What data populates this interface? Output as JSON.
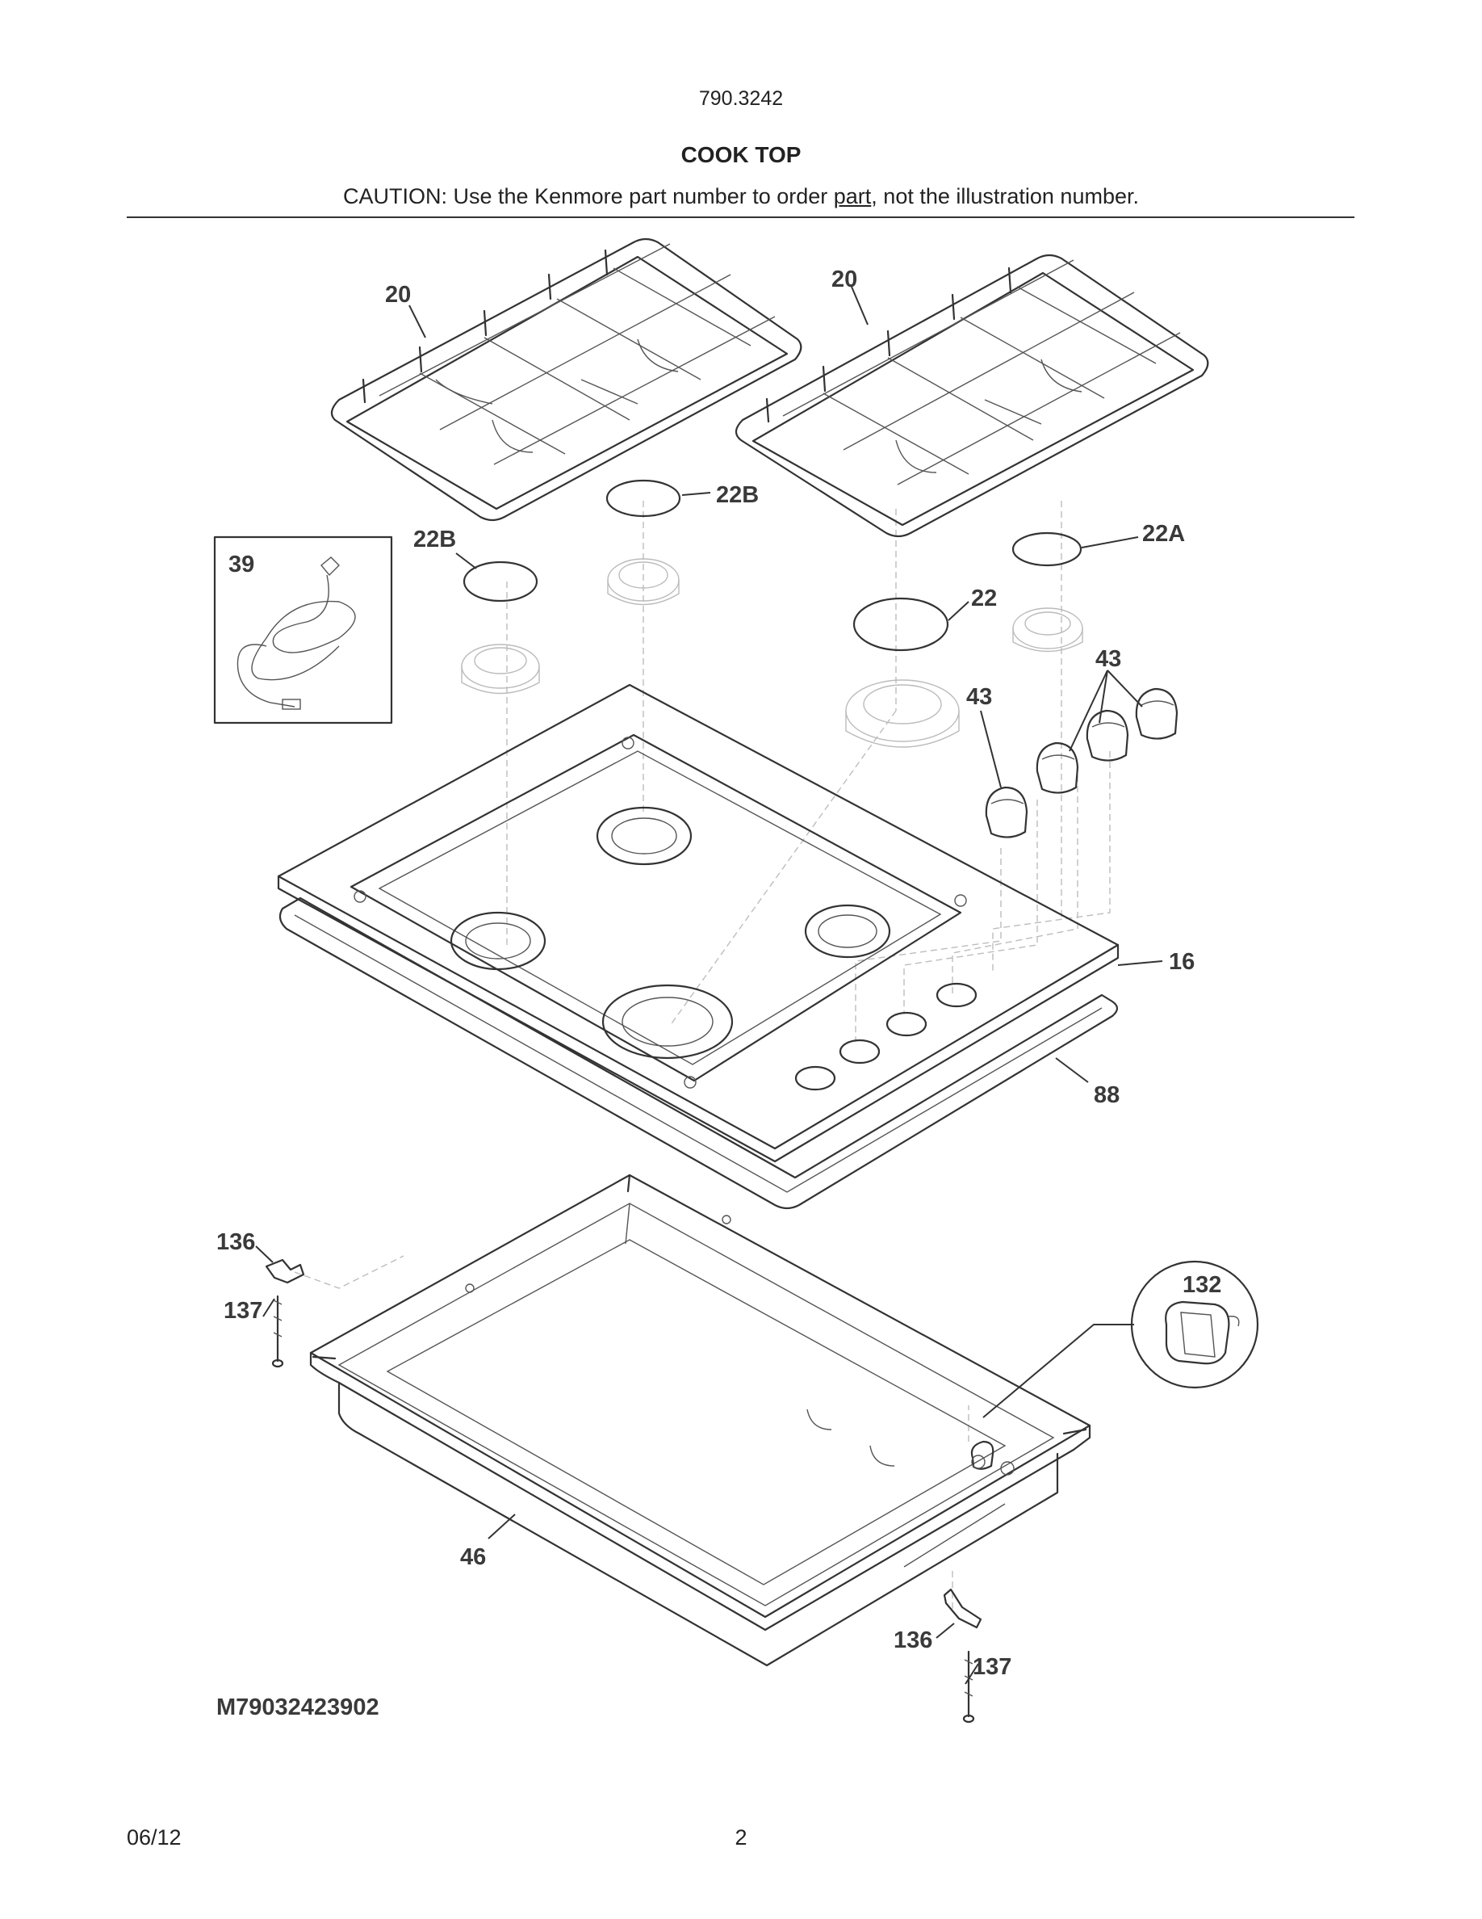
{
  "header": {
    "model": "790.3242",
    "title": "COOK TOP",
    "caution_pre": "CAUTION: Use the Kenmore part number to order ",
    "caution_link": "part",
    "caution_post": ", not the illustration number."
  },
  "callouts": {
    "grate_left": "20",
    "grate_right": "20",
    "cap_22b_top": "22B",
    "cap_22b_left": "22B",
    "cap_22a": "22A",
    "cap_22": "22",
    "cord": "39",
    "knobs_group": "43",
    "knob_single": "43",
    "cooktop": "16",
    "gasket": "88",
    "bracket_left": "136",
    "screw_left": "137",
    "clip": "132",
    "burner_box": "46",
    "bracket_right": "136",
    "screw_right": "137"
  },
  "figure_code": "M79032423902",
  "footer": {
    "date": "06/12",
    "page": "2"
  }
}
